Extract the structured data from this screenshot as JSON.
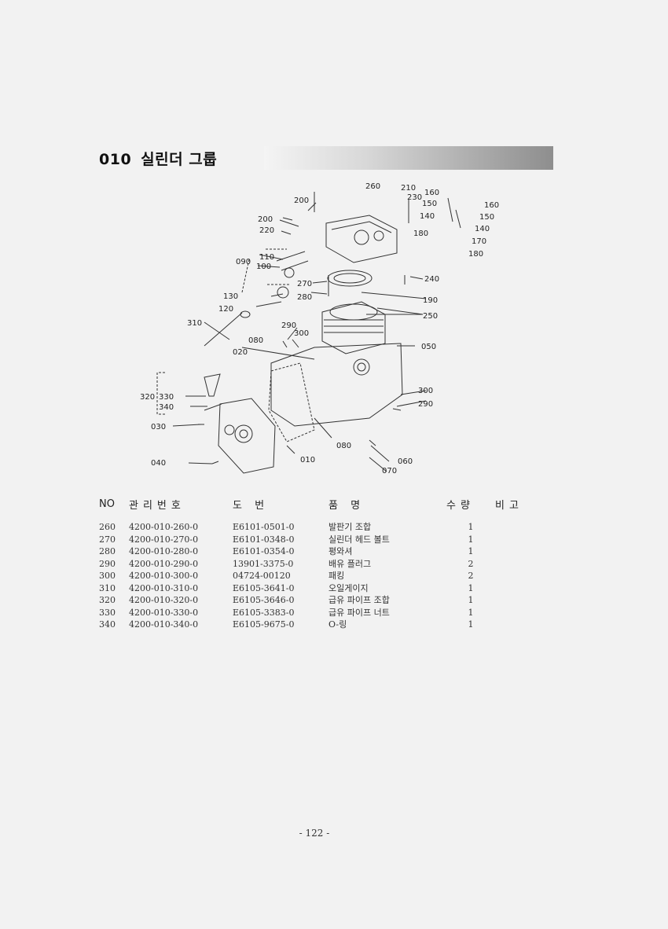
{
  "section": {
    "number": "010",
    "title": "실린더 그룹"
  },
  "diagram": {
    "callouts": [
      "260",
      "210",
      "230",
      "160",
      "150",
      "160",
      "150",
      "140",
      "140",
      "170",
      "180",
      "180",
      "200",
      "200",
      "220",
      "110",
      "100",
      "090",
      "270",
      "280",
      "240",
      "190",
      "130",
      "120",
      "250",
      "310",
      "290",
      "300",
      "080",
      "050",
      "020",
      "300",
      "290",
      "320",
      "330",
      "340",
      "030",
      "080",
      "060",
      "070",
      "010",
      "040"
    ]
  },
  "table": {
    "headers": {
      "no": "NO",
      "mgmt": "관리번호",
      "drawing": "도 번",
      "name": "품 명",
      "qty": "수량",
      "remarks": "비고"
    },
    "rows": [
      {
        "no": "260",
        "mgmt": "4200-010-260-0",
        "drawing": "E6101-0501-0",
        "name": "발판기 조합",
        "qty": "1"
      },
      {
        "no": "270",
        "mgmt": "4200-010-270-0",
        "drawing": "E6101-0348-0",
        "name": "실린더 헤드 볼트",
        "qty": "1"
      },
      {
        "no": "280",
        "mgmt": "4200-010-280-0",
        "drawing": "E6101-0354-0",
        "name": "평와셔",
        "qty": "1"
      },
      {
        "no": "290",
        "mgmt": "4200-010-290-0",
        "drawing": "13901-3375-0",
        "name": "배유 플러그",
        "qty": "2"
      },
      {
        "no": "300",
        "mgmt": "4200-010-300-0",
        "drawing": "04724-00120",
        "name": "패킹",
        "qty": "2"
      },
      {
        "no": "310",
        "mgmt": "4200-010-310-0",
        "drawing": "E6105-3641-0",
        "name": "오일게이지",
        "qty": "1"
      },
      {
        "no": "320",
        "mgmt": "4200-010-320-0",
        "drawing": "E6105-3646-0",
        "name": "급유 파이프 조합",
        "qty": "1"
      },
      {
        "no": "330",
        "mgmt": "4200-010-330-0",
        "drawing": "E6105-3383-0",
        "name": "급유 파이프 너트",
        "qty": "1"
      },
      {
        "no": "340",
        "mgmt": "4200-010-340-0",
        "drawing": "E6105-9675-0",
        "name": "O-링",
        "qty": "1"
      }
    ]
  },
  "page_number": "- 122 -"
}
